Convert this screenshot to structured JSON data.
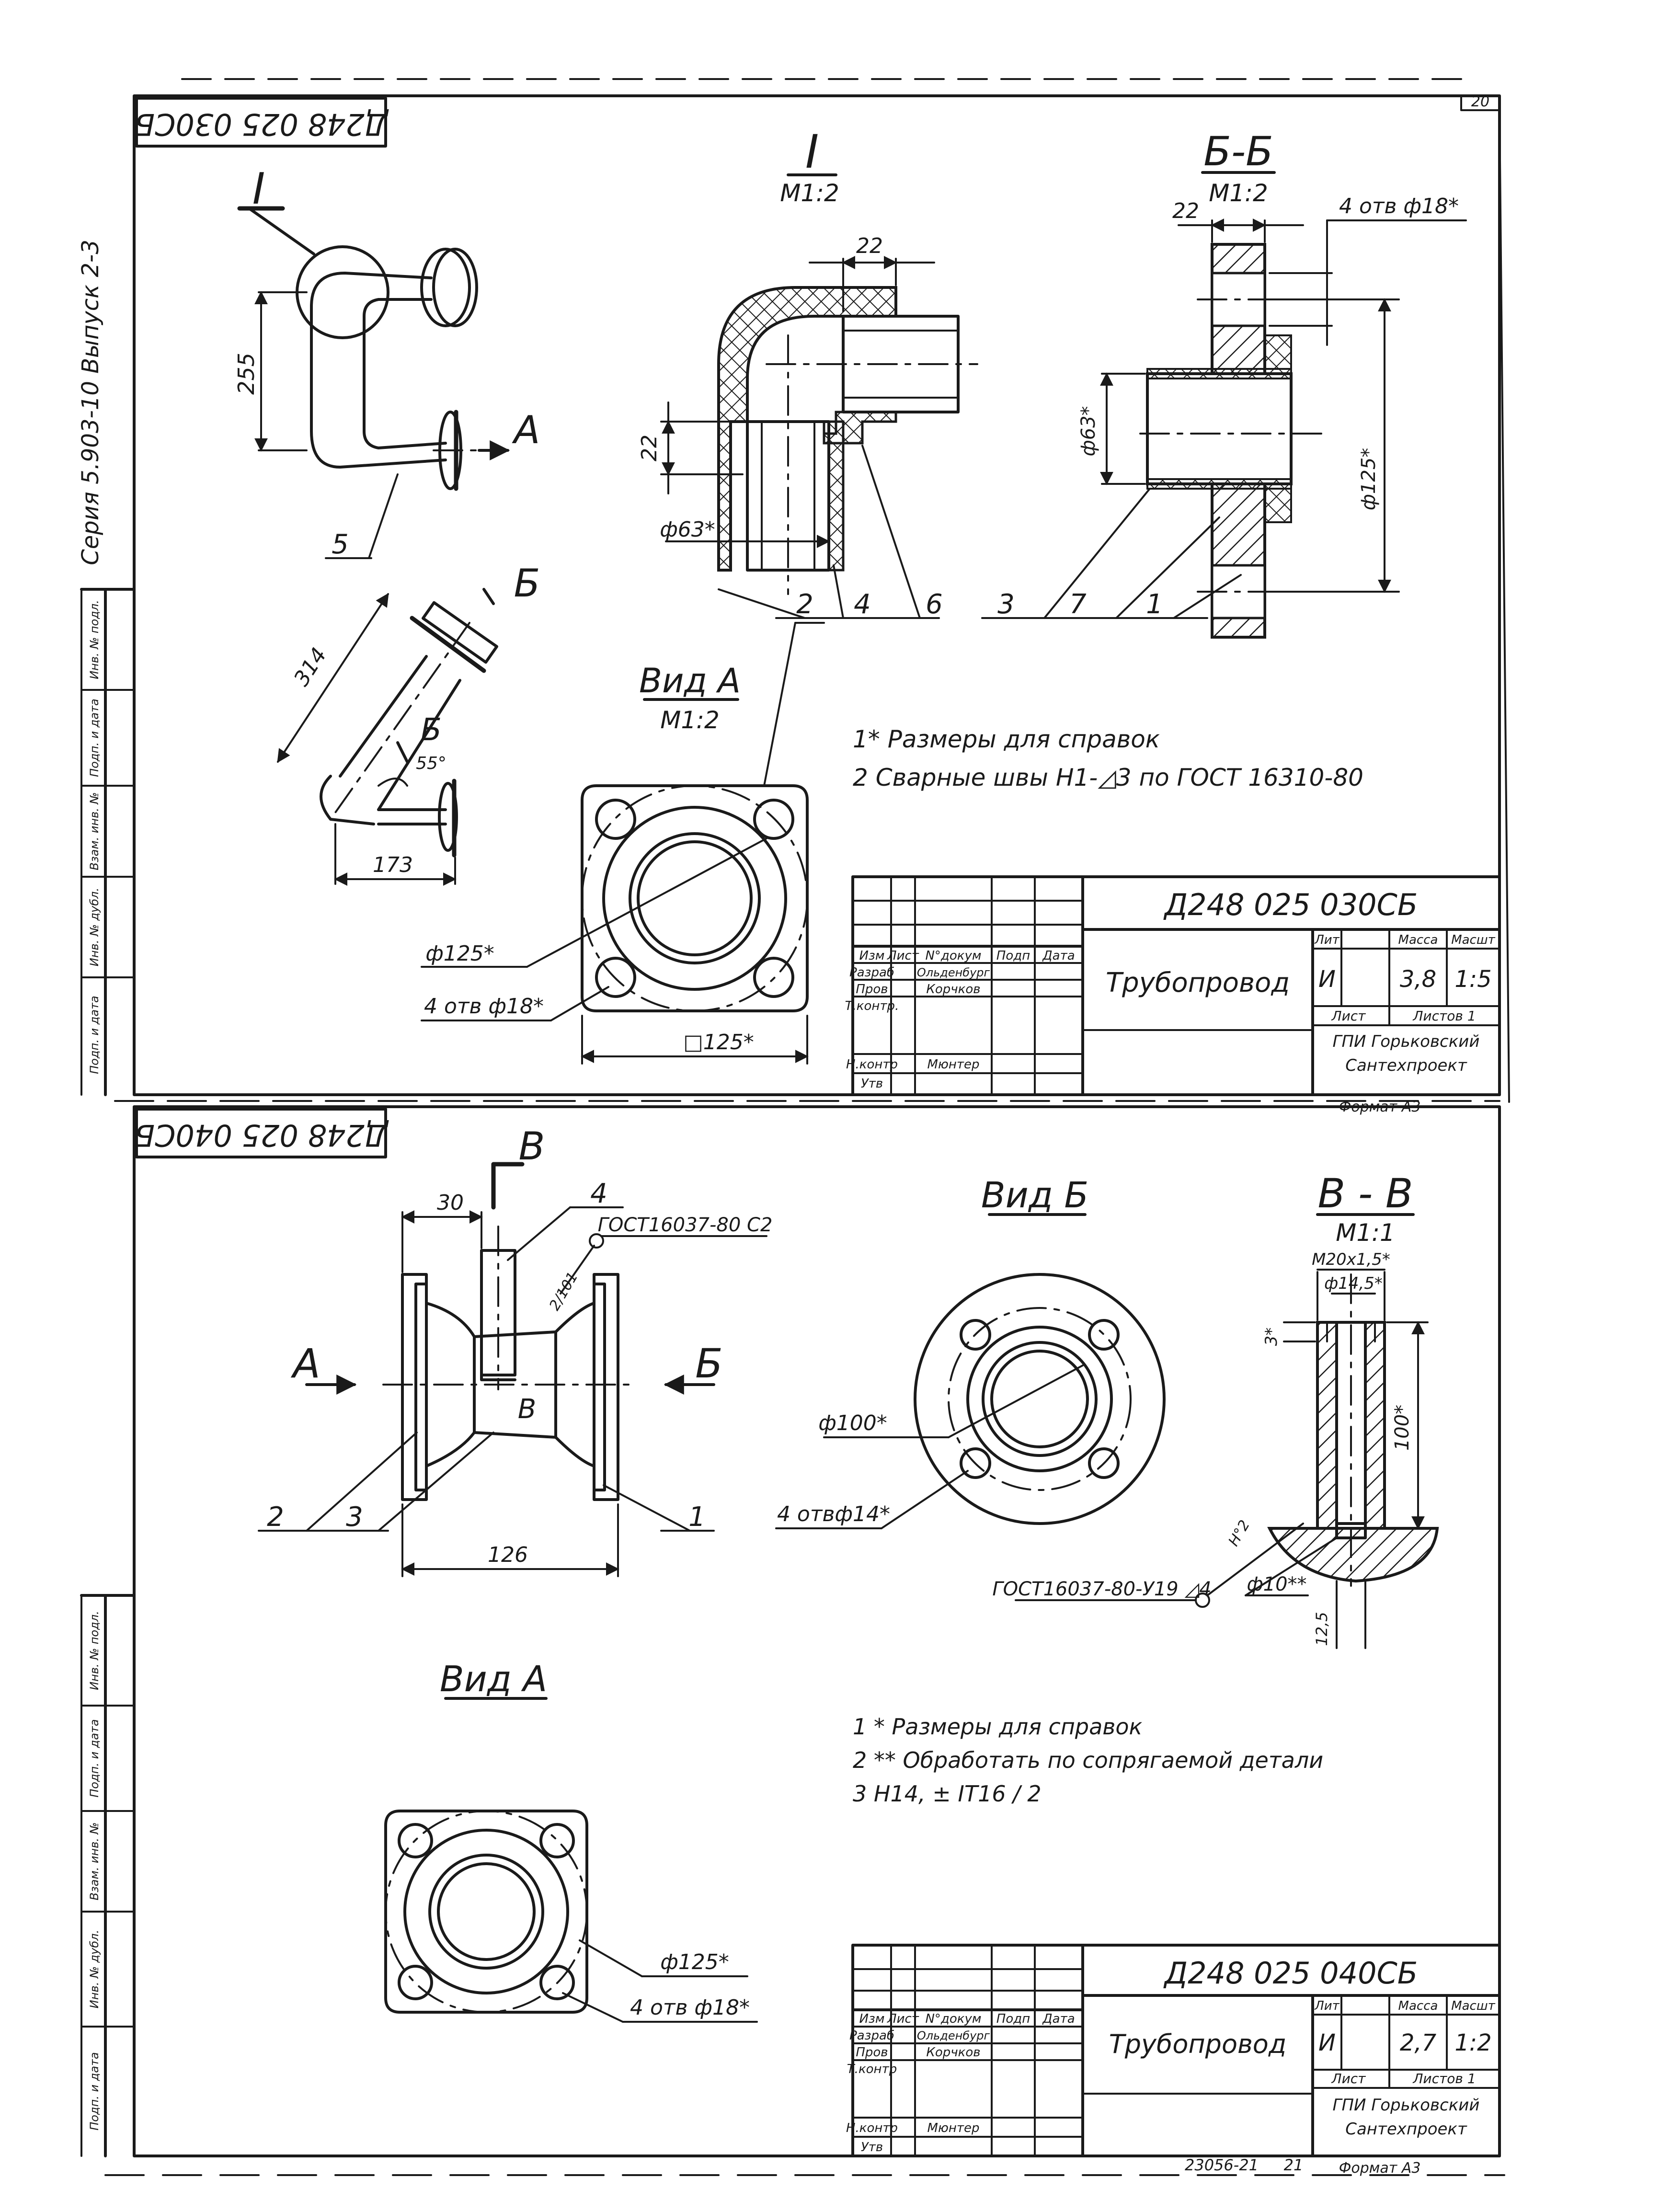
{
  "page_number": "20",
  "series_text": "Серия 5.903-10   Выпуск 2-3",
  "side_stamp_top": [
    "Инв. № подл.",
    "Подп. и дата",
    "Взам. инв. №",
    "Инв. № дубл.",
    "Подп. и дата"
  ],
  "side_stamp_bottom": [
    "Инв. № подл.",
    "Подп. и дата",
    "Взам. инв. №",
    "Инв. № дубл.",
    "Подп. и дата"
  ],
  "sheet1": {
    "code_rotated": "Д248 025 030СБ",
    "callout_I": "I",
    "detail_I_title": "I",
    "detail_I_scale": "М1:2",
    "section_bb_title": "Б-Б",
    "section_bb_scale": "М1:2",
    "view_a_title": "Вид А",
    "view_a_scale": "М1:2",
    "arrow_a": "А",
    "arrow_b": "Б",
    "arrow_b2": "Б",
    "dims": {
      "d255": "255",
      "d314": "314",
      "d173": "173",
      "ang55": "55°",
      "d22a": "22",
      "d22b": "22",
      "d22c": "22",
      "phi63a": "ф63*",
      "phi63b": "ф63*",
      "phi125": "ф125*",
      "holes18": "4 отв ф18*",
      "phi125_view": "ф125*",
      "holes18_view": "4 отв ф18*",
      "sq125": "□125*"
    },
    "leaders": {
      "l5": "5",
      "l2": "2",
      "l4": "4",
      "l6": "6",
      "l3": "3",
      "l7": "7",
      "l1": "1"
    },
    "notes": [
      "1* Размеры для справок",
      "2 Сварные швы Н1-◿3 по ГОСТ 16310-80"
    ],
    "title_block": {
      "code": "Д248 025 030СБ",
      "name": "Трубопровод",
      "head_row": [
        "Изм",
        "Лист",
        "N°докум",
        "Подп",
        "Дата"
      ],
      "razrab_label": "Разраб",
      "razrab_name": "Ольденбург",
      "prov_label": "Пров",
      "prov_name": "Корчков",
      "tkontr_label": "Т.контр.",
      "nkontr_label": "Н.контр",
      "nkontr_name": "Мюнтер",
      "utv_label": "Утв",
      "lit_label": "Лит",
      "massa_label": "Масса",
      "masshtab_label": "Масшт",
      "lit_value": "И",
      "massa_value": "3,8",
      "masshtab_value": "1:5",
      "list_label": "Лист",
      "listov_label": "Листов 1",
      "org1": "ГПИ Горьковский",
      "org2": "Сантехпроект"
    },
    "format": "Формат А3"
  },
  "sheet2": {
    "code_rotated": "Д248 025 040СБ",
    "section_label": "В",
    "leader_4": "4",
    "gost_c2": "ГОСТ16037-80 С2",
    "weld_leg": "2/101",
    "arrow_a": "А",
    "arrow_b": "Б",
    "label_v": "В",
    "d30": "30",
    "d126": "126",
    "leaders": {
      "l2": "2",
      "l3": "3",
      "l1": "1"
    },
    "view_b_title": "Вид Б",
    "phi100": "ф100*",
    "holes14": "4 отвф14*",
    "section_vv_title": "В - В",
    "section_vv_scale": "М1:1",
    "thread": "М20х1,5*",
    "phi145": "ф14,5*",
    "d3": "3*",
    "d100": "100*",
    "weld_h": "Н°2",
    "gost_u19": "ГОСТ16037-80-У19 ◿4",
    "phi10": "ф10**",
    "d125": "12,5",
    "view_a_title": "Вид А",
    "phi125": "ф125*",
    "holes18": "4 отв ф18*",
    "notes": [
      "1 * Размеры для справок",
      "2 ** Обработать по сопрягаемой детали",
      "3 Н14, ± IT16 / 2"
    ],
    "title_block": {
      "code": "Д248 025 040СБ",
      "name": "Трубопровод",
      "head_row": [
        "Изм",
        "Лист",
        "N°докум",
        "Подп",
        "Дата"
      ],
      "razrab_label": "Разраб",
      "razrab_name": "Ольденбург",
      "prov_label": "Пров",
      "prov_name": "Корчков",
      "tkontr_label": "Т.контр",
      "nkontr_label": "Н.контр",
      "nkontr_name": "Мюнтер",
      "utv_label": "Утв",
      "lit_label": "Лит",
      "massa_label": "Масса",
      "masshtab_label": "Масшт",
      "lit_value": "И",
      "massa_value": "2,7",
      "masshtab_value": "1:2",
      "list_label": "Лист",
      "listov_label": "Листов 1",
      "org1": "ГПИ Горьковский",
      "org2": "Сантехпроект"
    },
    "format": "Формат А3",
    "bottom_code": "23056-21",
    "bottom_num": "21"
  }
}
